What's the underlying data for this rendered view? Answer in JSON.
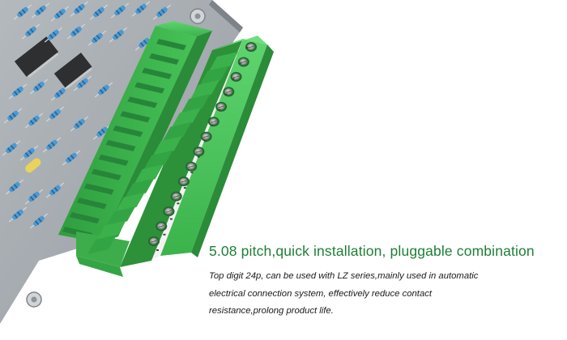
{
  "headline": "5.08 pitch,quick installation, pluggable combination",
  "description": {
    "lines": [
      "Top digit 24p, can be used with LZ series,mainly used in automatic",
      "electrical connection system, effectively reduce contact",
      "resistance,prolong product life."
    ]
  },
  "colors": {
    "connector_green": "#39b54a",
    "headline_green": "#1e7f36",
    "pcb_gray": "#9aa1a6"
  },
  "connector": {
    "pin_count": 14
  }
}
